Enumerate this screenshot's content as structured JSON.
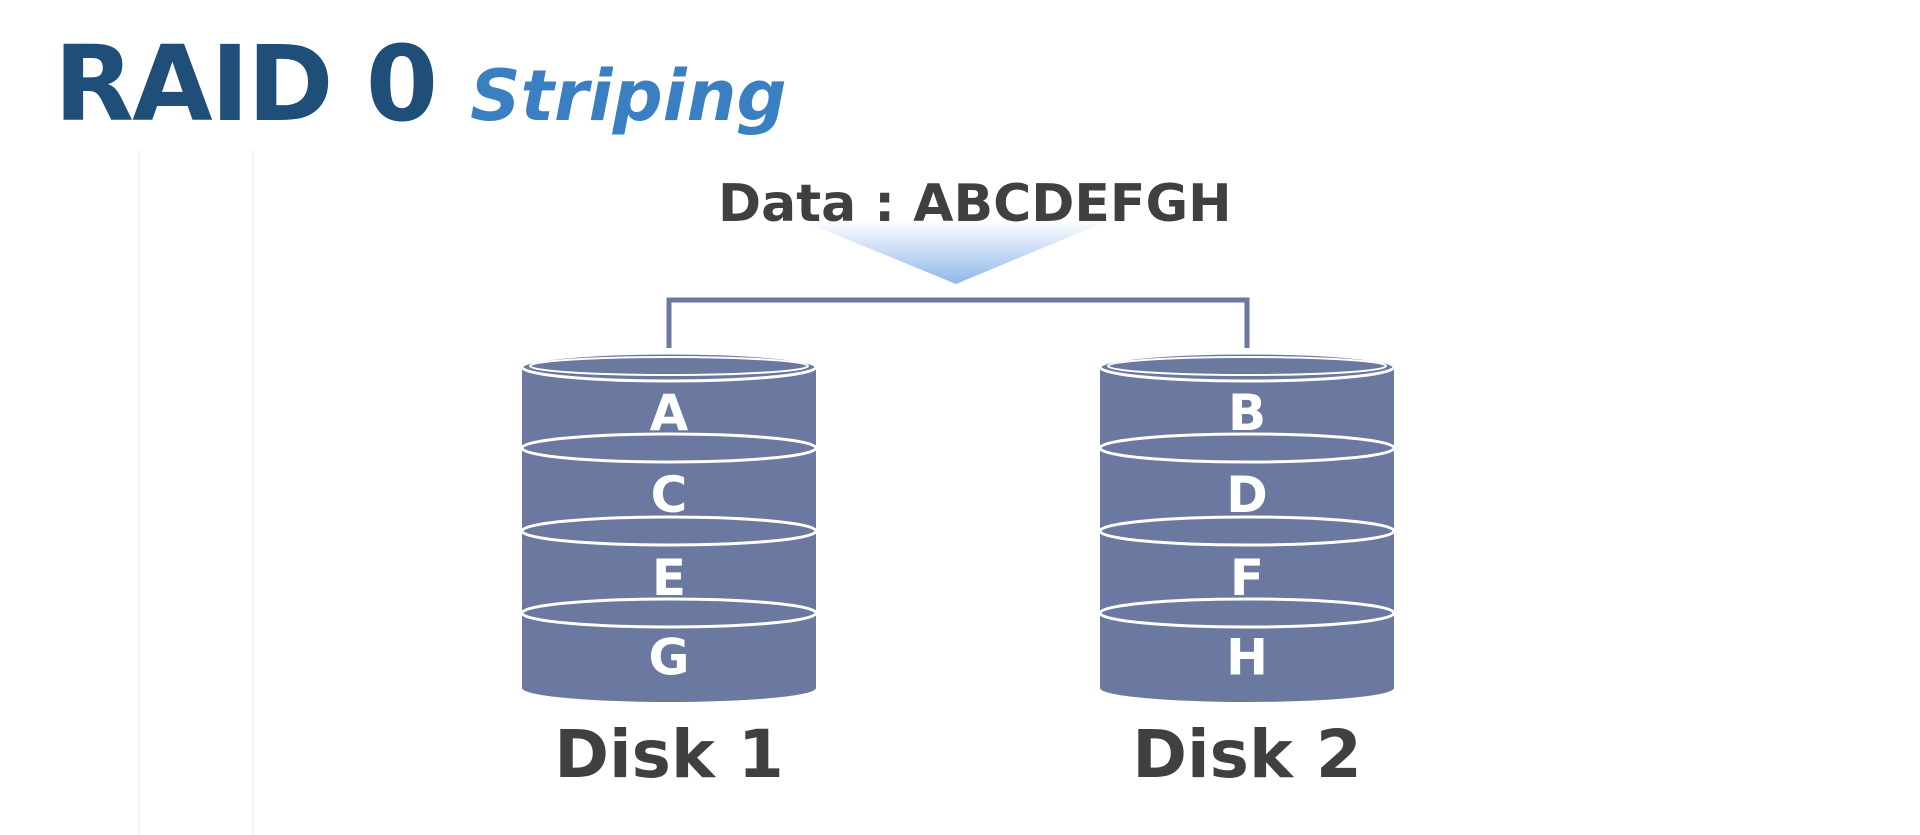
{
  "title": {
    "main": "RAID 0",
    "sub": "Striping"
  },
  "data_label": "Data : ABCDEFGH",
  "colors": {
    "title_main": "#1f4e79",
    "title_sub": "#3a7fc1",
    "disk_fill": "#6b789f",
    "connector": "#6b789f",
    "text_dark": "#404040",
    "arrow_gradient_top": "#ffffff",
    "arrow_gradient_bottom": "#8fb7ea"
  },
  "disks": [
    {
      "label": "Disk 1",
      "segments": [
        "A",
        "C",
        "E",
        "G"
      ]
    },
    {
      "label": "Disk 2",
      "segments": [
        "B",
        "D",
        "F",
        "H"
      ]
    }
  ]
}
